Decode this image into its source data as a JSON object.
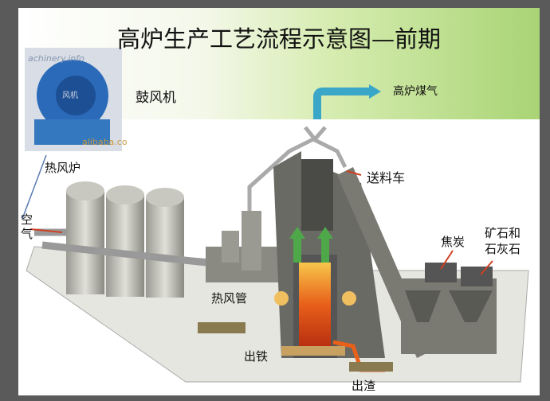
{
  "slide": {
    "title": "高炉生产工艺流程示意图—前期",
    "blower_photo_watermarks": [
      "achinery.info",
      "风机",
      "alibaba.co"
    ],
    "labels": {
      "blower": "鼓风机",
      "blast_furnace_gas": "高炉煤气",
      "hot_blast_stove": "热风炉",
      "air_1": "空",
      "air_2": "气",
      "skip_car": "送料车",
      "coke": "焦炭",
      "ore_1": "矿石和",
      "ore_2": "石灰石",
      "hot_blast_pipe": "热风管",
      "tapping_iron": "出铁",
      "slag": "出渣"
    },
    "colors": {
      "gas_arrow": "#3aa6c8",
      "hot_arrow": "#4ea84a",
      "molten": "#e8601a"
    }
  }
}
